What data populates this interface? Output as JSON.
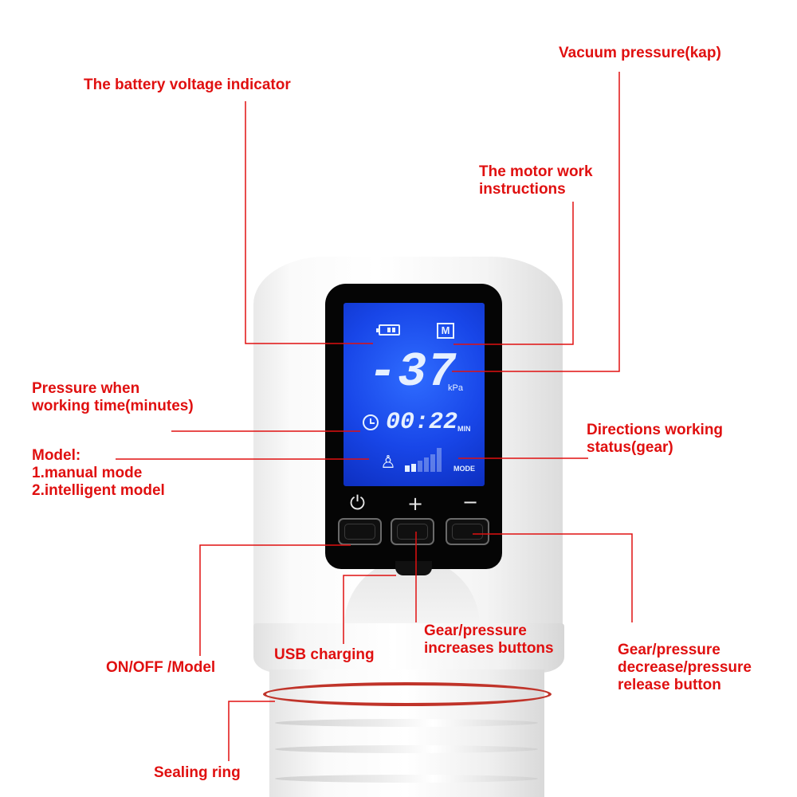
{
  "labels": {
    "vacuum_pressure": "Vacuum pressure(kap)",
    "battery_indicator": "The battery voltage indicator",
    "motor_work": [
      "The motor work",
      "instructions"
    ],
    "pressure_time": [
      "Pressure when",
      "working time(minutes)"
    ],
    "directions": [
      "Directions working",
      "status(gear)"
    ],
    "model": [
      "Model:",
      "1.manual mode",
      "2.intelligent model"
    ],
    "gear_increase": [
      "Gear/pressure",
      "increases buttons"
    ],
    "gear_decrease": [
      "Gear/pressure",
      "decrease/pressure",
      "release button"
    ],
    "on_off": "ON/OFF /Model",
    "usb": "USB charging",
    "sealing_ring": "Sealing ring"
  },
  "screen": {
    "mode_badge": "M",
    "pressure_value": "-37",
    "pressure_unit": "kPa",
    "time": "00:22",
    "time_unit": "MIN",
    "mode_label": "MODE"
  },
  "buttons": {
    "power_symbol": "⏻",
    "plus_symbol": "+",
    "minus_symbol": "−"
  },
  "colors": {
    "label_red": "#e01010",
    "screen_blue": "#1846e8",
    "ring_red": "#c0342a"
  }
}
